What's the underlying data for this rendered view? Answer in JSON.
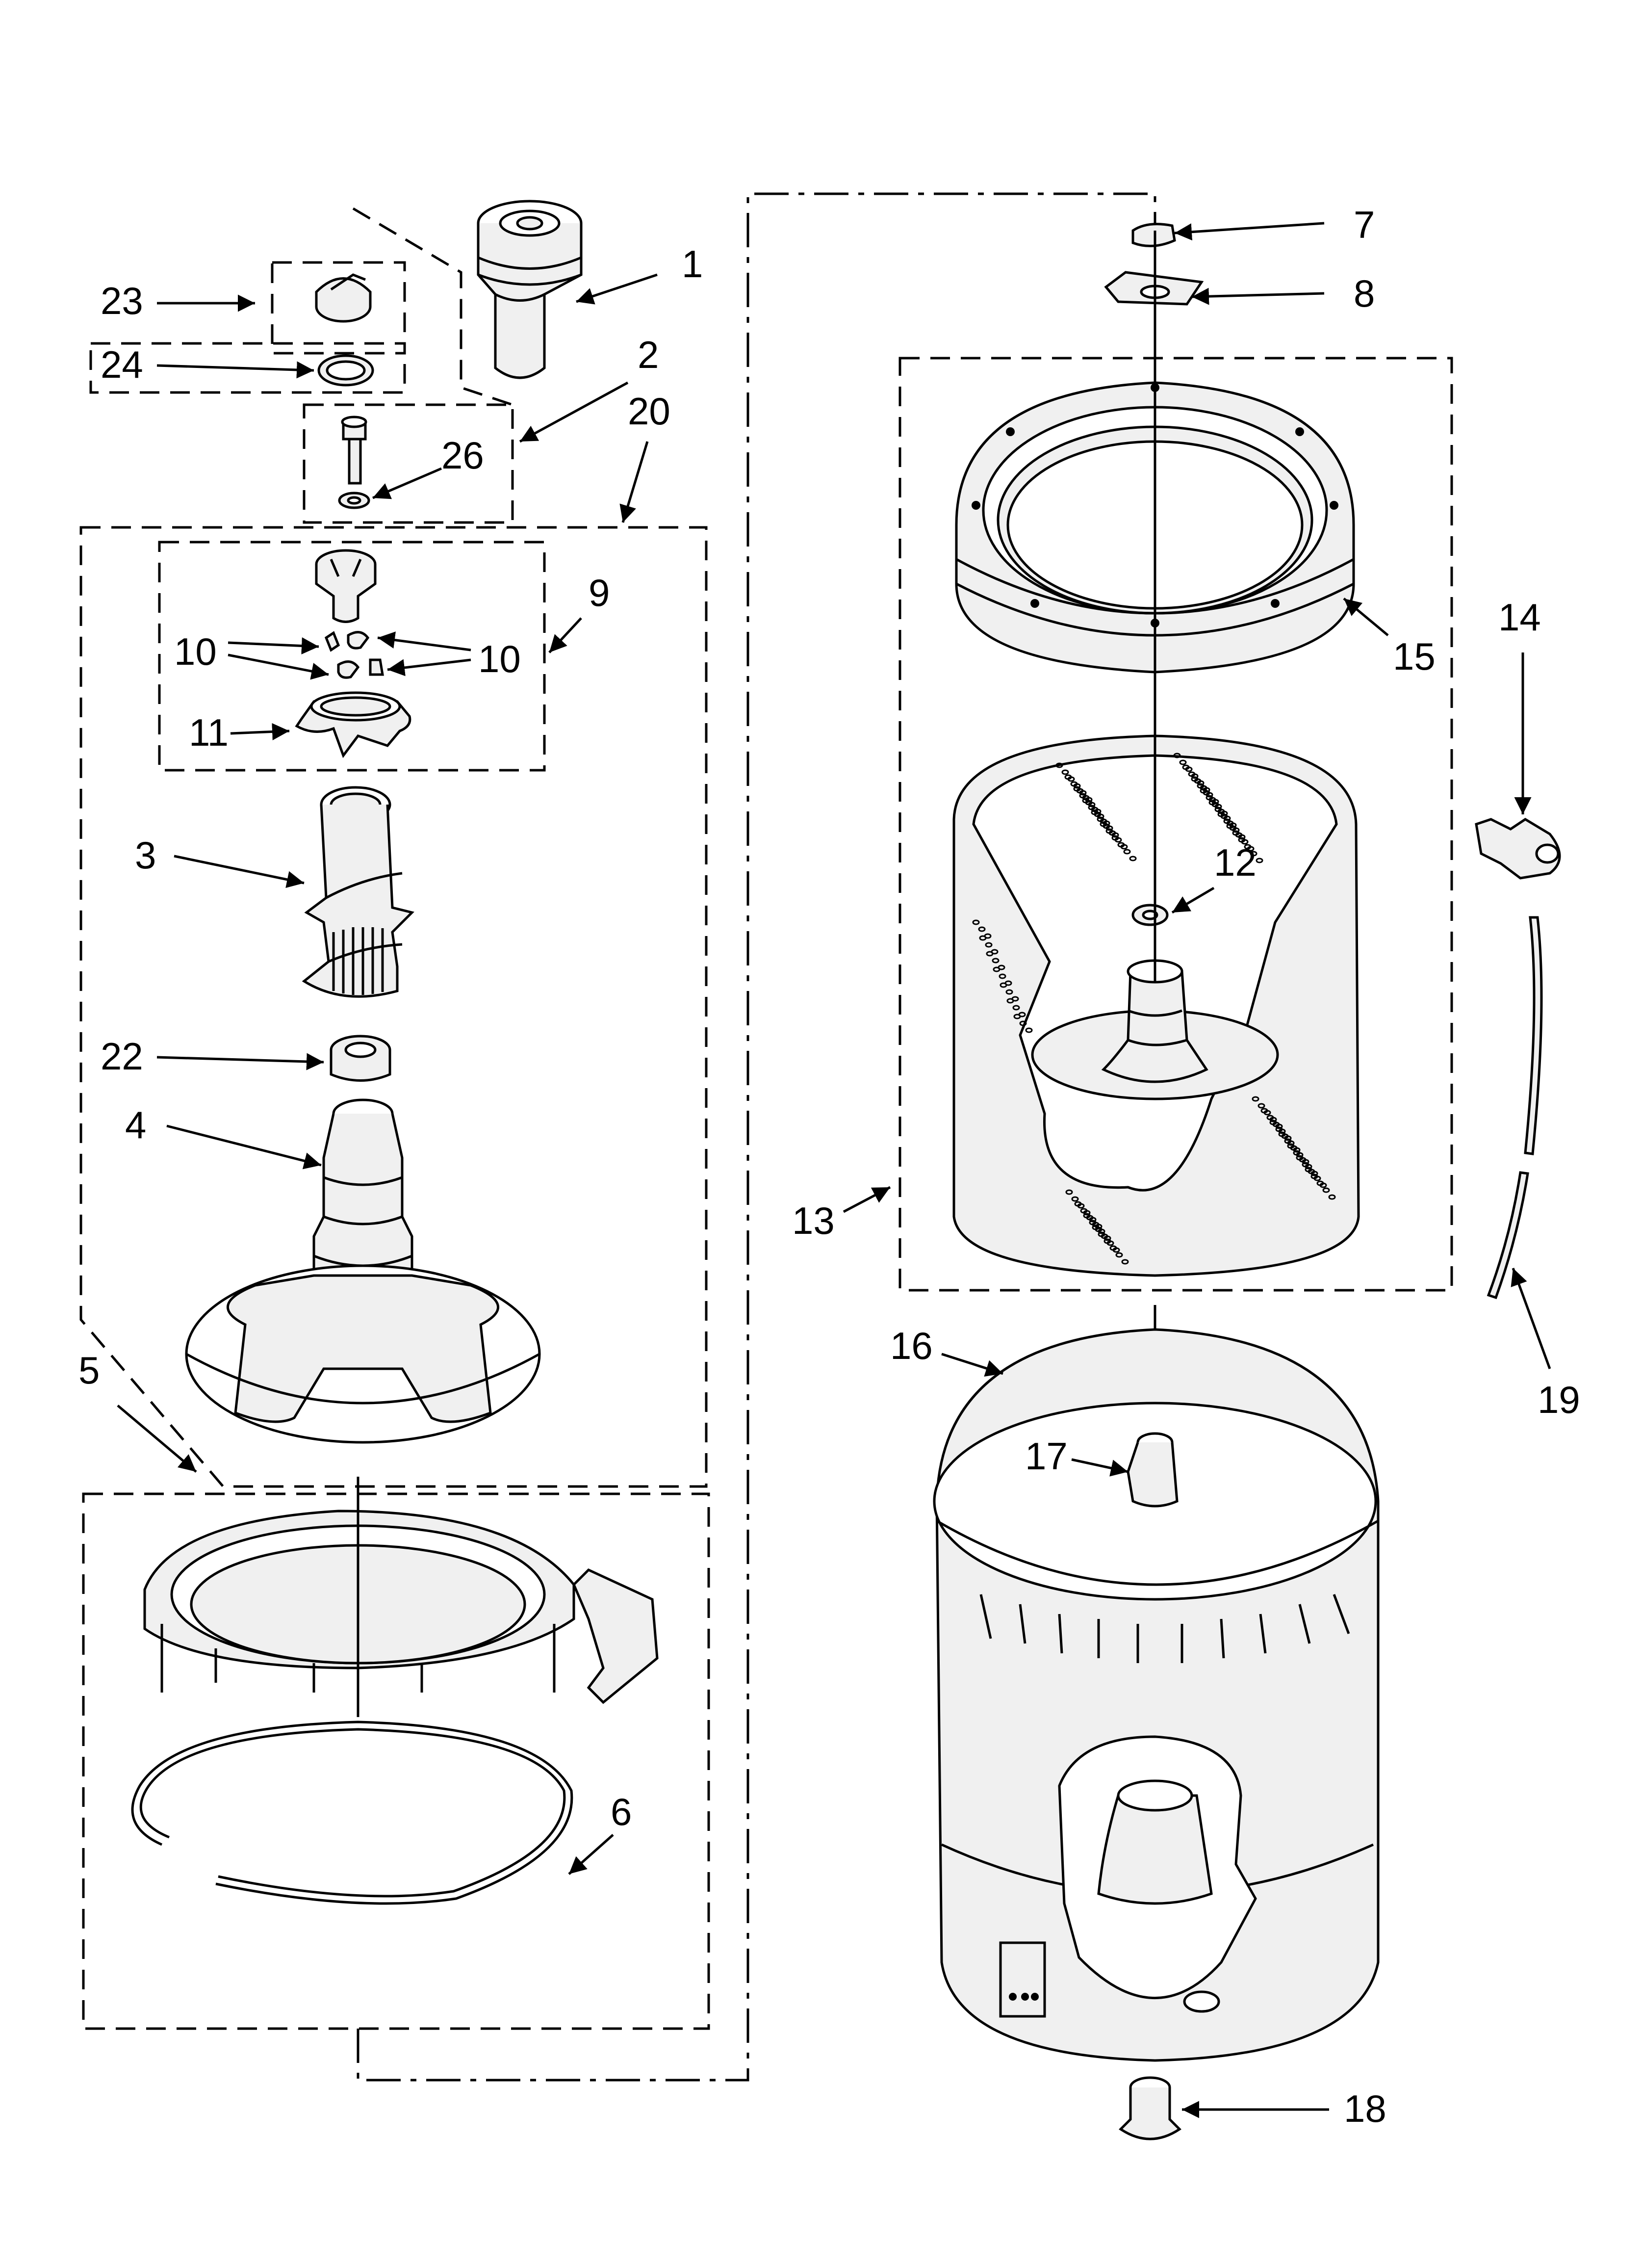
{
  "labels": {
    "l1": "1",
    "l2": "2",
    "l3": "3",
    "l4": "4",
    "l5": "5",
    "l6": "6",
    "l7": "7",
    "l8": "8",
    "l9": "9",
    "l10a": "10",
    "l10b": "10",
    "l11": "11",
    "l12": "12",
    "l13": "13",
    "l14": "14",
    "l15": "15",
    "l16": "16",
    "l17": "17",
    "l18": "18",
    "l19": "19",
    "l20": "20",
    "l22": "22",
    "l23": "23",
    "l24": "24",
    "l26": "26"
  },
  "arrow_color": "#000000",
  "part_fill": "#f0f0f0"
}
